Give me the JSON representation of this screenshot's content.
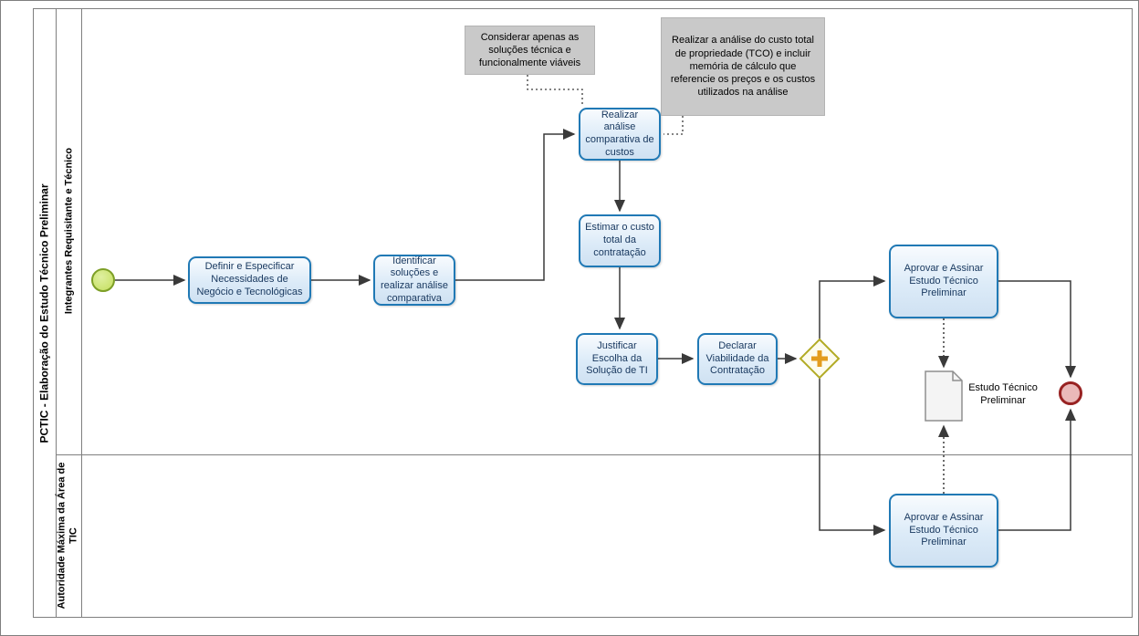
{
  "diagram": {
    "pool_title": "PCTIC - Elaboração do Estudo Técnico Preliminar",
    "lanes": [
      "Integrantes Requisitante e Técnico",
      "Autoridade Máxima da Área de TIC"
    ]
  },
  "tasks": {
    "definir": "Definir e Especificar Necessidades de Negócio e Tecnológicas",
    "identificar": "Identificar soluções e realizar análise comparativa",
    "realizar_analise": "Realizar análise comparativa de custos",
    "estimar_custo": "Estimar o custo total da contratação",
    "justificar": "Justificar Escolha da Solução de TI",
    "declarar": "Declarar Viabilidade da Contratação",
    "aprovar_requisitante": "Aprovar e Assinar Estudo Técnico Preliminar",
    "aprovar_autoridade": "Aprovar e Assinar Estudo Técnico Preliminar"
  },
  "annotations": {
    "solucoes_viaveis": "Considerar apenas as soluções técnica e funcionalmente viáveis",
    "tco": "Realizar a análise do custo total de propriedade (TCO) e incluir memória de cálculo que referencie os preços e os custos utilizados na análise"
  },
  "artifacts": {
    "documento": "Estudo Técnico Preliminar"
  },
  "colors": {
    "task_fill": "#d9e8f7",
    "task_border": "#2079b5",
    "task_text": "#17375e",
    "start_fill": "#c4de5e",
    "start_border": "#7d9f26",
    "end_fill": "#eab9b9",
    "end_border": "#982222",
    "gateway_border": "#b2ab25",
    "gateway_plus": "#e39c1e",
    "annotation_bg": "#c9c9c9",
    "flow_color": "#3a3a3a"
  }
}
